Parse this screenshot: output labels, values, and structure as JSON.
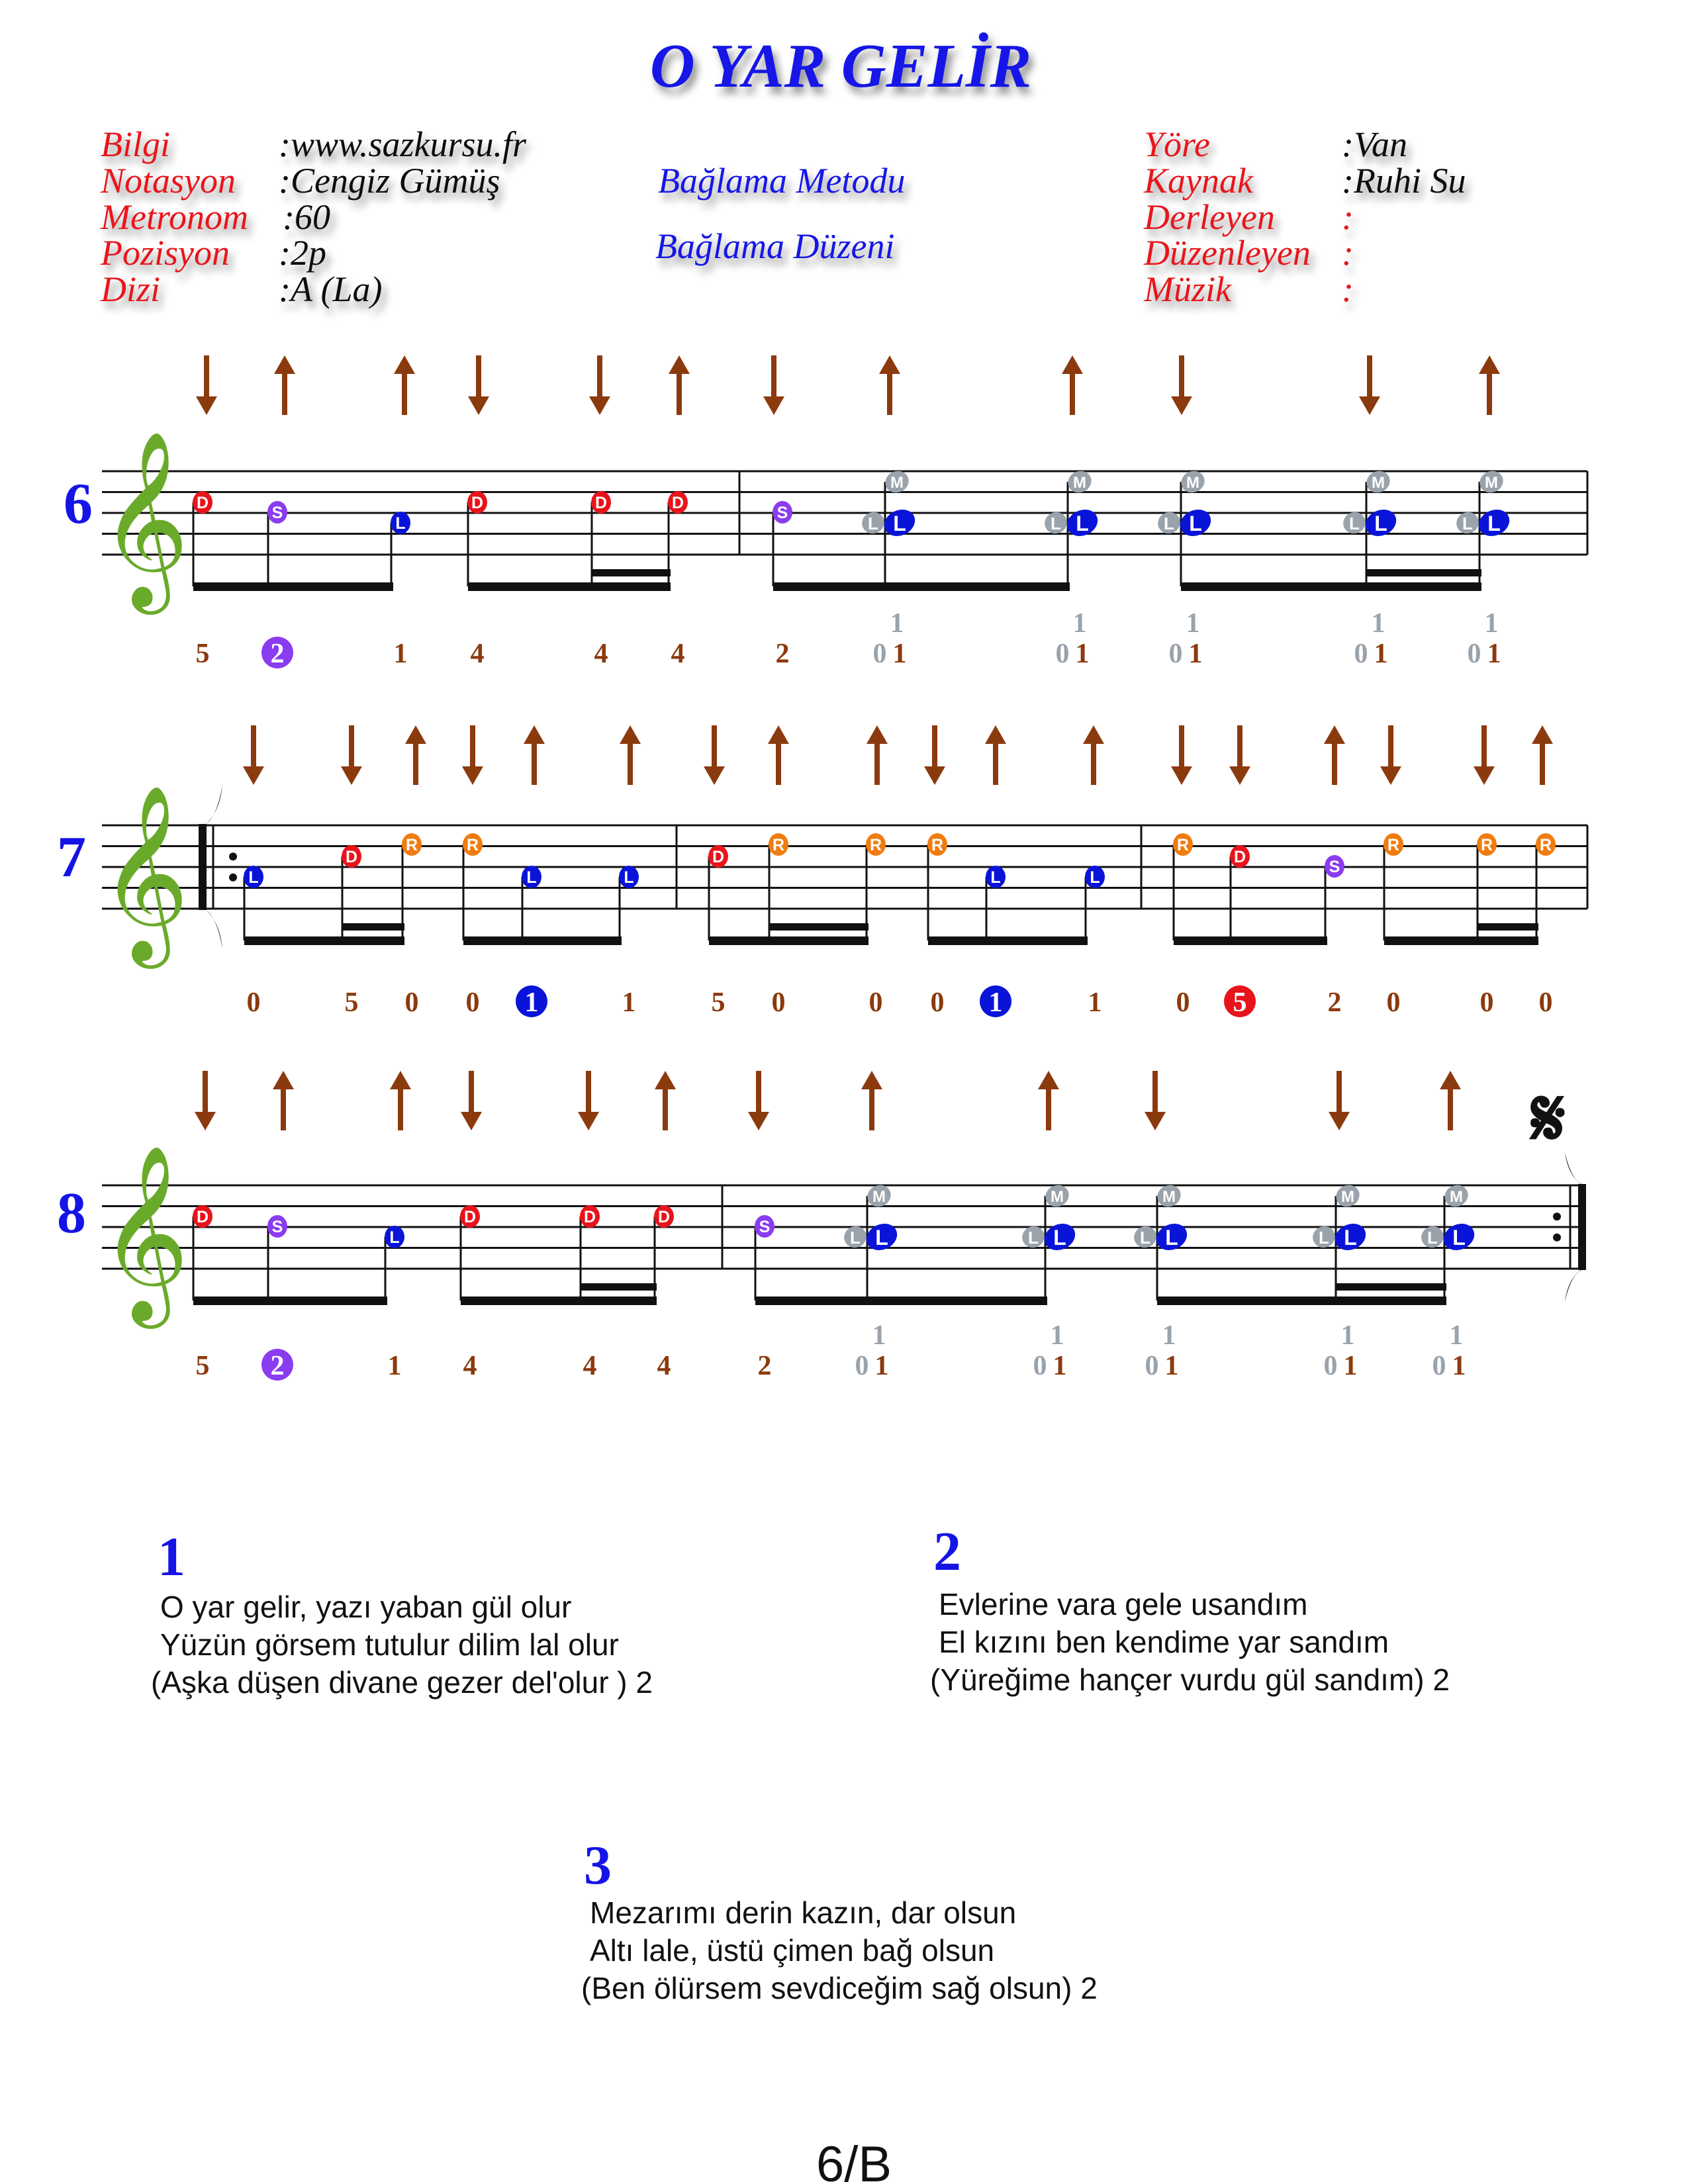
{
  "title": "O YAR GELİR",
  "info_left": [
    {
      "label": "Bilgi",
      "value": ":www.sazkursu.fr"
    },
    {
      "label": "Notasyon",
      "value": ":Cengiz Gümüş"
    },
    {
      "label": "Metronom",
      "value": ":60"
    },
    {
      "label": "Pozisyon",
      "value": ":2p"
    },
    {
      "label": "Dizi",
      "value": ":A  (La)"
    }
  ],
  "info_center": [
    "Bağlama Metodu",
    "Bağlama Düzeni"
  ],
  "info_right": [
    {
      "label": "Yöre",
      "value": ":Van"
    },
    {
      "label": "Kaynak",
      "value": ":Ruhi Su"
    },
    {
      "label": "Derleyen",
      "value": ":"
    },
    {
      "label": "Düzenleyen",
      "value": ":"
    },
    {
      "label": "Müzik",
      "value": ":"
    }
  ],
  "colors": {
    "title": "#1414e6",
    "label": "#e8141c",
    "D": "#e8141c",
    "S": "#8a3cf0",
    "L": "#0a14d8",
    "R": "#f07c10",
    "M": "#9aa3ab",
    "ghost": "#9aa3ab",
    "arrow": "#8b3a0e",
    "number": "#8b3a0e",
    "clef": "#6aaa2a"
  },
  "staves": [
    {
      "measure_number": "6",
      "arrows": [
        "down",
        "up",
        "up",
        "down",
        "down",
        "up",
        "down",
        "up",
        "up",
        "down",
        "down",
        "up"
      ],
      "notes": [
        {
          "letter": "D"
        },
        {
          "letter": "S"
        },
        {
          "letter": "L"
        },
        {
          "letter": "D"
        },
        {
          "letter": "D"
        },
        {
          "letter": "D"
        },
        {
          "letter": "S"
        },
        {
          "letter": "L",
          "ghost": "L",
          "upper": "M"
        },
        {
          "letter": "L",
          "ghost": "L",
          "upper": "M"
        },
        {
          "letter": "L",
          "ghost": "L",
          "upper": "M"
        },
        {
          "letter": "L",
          "ghost": "L",
          "upper": "M"
        },
        {
          "letter": "L",
          "ghost": "L",
          "upper": "M"
        }
      ],
      "fingering": [
        {
          "text": "5"
        },
        {
          "text": "2",
          "circle": "S"
        },
        {
          "text": "1"
        },
        {
          "text": "4"
        },
        {
          "text": "4"
        },
        {
          "text": "4"
        },
        {
          "text": "2"
        },
        {
          "text": "1",
          "prefix": "0",
          "top": "1"
        },
        {
          "text": "1",
          "prefix": "0",
          "top": "1"
        },
        {
          "text": "1",
          "prefix": "0",
          "top": "1"
        },
        {
          "text": "1",
          "prefix": "0",
          "top": "1"
        },
        {
          "text": "1",
          "prefix": "0",
          "top": "1"
        }
      ]
    },
    {
      "measure_number": "7",
      "arrows": [
        "down",
        "down",
        "up",
        "down",
        "up",
        "up",
        "down",
        "up",
        "up",
        "down",
        "up",
        "up",
        "down",
        "down",
        "up",
        "down",
        "down",
        "up"
      ],
      "notes": [
        {
          "letter": "L"
        },
        {
          "letter": "D"
        },
        {
          "letter": "R"
        },
        {
          "letter": "R"
        },
        {
          "letter": "L"
        },
        {
          "letter": "L"
        },
        {
          "letter": "D"
        },
        {
          "letter": "R"
        },
        {
          "letter": "R"
        },
        {
          "letter": "R"
        },
        {
          "letter": "L"
        },
        {
          "letter": "L"
        },
        {
          "letter": "R"
        },
        {
          "letter": "D"
        },
        {
          "letter": "S"
        },
        {
          "letter": "R"
        },
        {
          "letter": "R"
        },
        {
          "letter": "R"
        }
      ],
      "fingering": [
        {
          "text": "0"
        },
        {
          "text": "5"
        },
        {
          "text": "0"
        },
        {
          "text": "0"
        },
        {
          "text": "1",
          "circle": "L"
        },
        {
          "text": "1"
        },
        {
          "text": "5"
        },
        {
          "text": "0"
        },
        {
          "text": "0"
        },
        {
          "text": "0"
        },
        {
          "text": "1",
          "circle": "L"
        },
        {
          "text": "1"
        },
        {
          "text": "0"
        },
        {
          "text": "5",
          "circle": "D"
        },
        {
          "text": "2"
        },
        {
          "text": "0"
        },
        {
          "text": "0"
        },
        {
          "text": "0"
        }
      ]
    },
    {
      "measure_number": "8",
      "arrows": [
        "down",
        "up",
        "up",
        "down",
        "down",
        "up",
        "down",
        "up",
        "up",
        "down",
        "down",
        "up"
      ],
      "notes": [
        {
          "letter": "D"
        },
        {
          "letter": "S"
        },
        {
          "letter": "L"
        },
        {
          "letter": "D"
        },
        {
          "letter": "D"
        },
        {
          "letter": "D"
        },
        {
          "letter": "S"
        },
        {
          "letter": "L",
          "ghost": "L",
          "upper": "M"
        },
        {
          "letter": "L",
          "ghost": "L",
          "upper": "M"
        },
        {
          "letter": "L",
          "ghost": "L",
          "upper": "M"
        },
        {
          "letter": "L",
          "ghost": "L",
          "upper": "M"
        },
        {
          "letter": "L",
          "ghost": "L",
          "upper": "M"
        }
      ],
      "fingering": [
        {
          "text": "5"
        },
        {
          "text": "2",
          "circle": "S"
        },
        {
          "text": "1"
        },
        {
          "text": "4"
        },
        {
          "text": "4"
        },
        {
          "text": "4"
        },
        {
          "text": "2"
        },
        {
          "text": "1",
          "prefix": "0",
          "top": "1"
        },
        {
          "text": "1",
          "prefix": "0",
          "top": "1"
        },
        {
          "text": "1",
          "prefix": "0",
          "top": "1"
        },
        {
          "text": "1",
          "prefix": "0",
          "top": "1"
        },
        {
          "text": "1",
          "prefix": "0",
          "top": "1"
        }
      ]
    }
  ],
  "verses": [
    {
      "number": "1",
      "lines": [
        "O yar gelir, yazı yaban gül olur",
        "Yüzün görsem tutulur dilim lal olur",
        "(Aşka düşen divane gezer del'olur ) 2"
      ]
    },
    {
      "number": "2",
      "lines": [
        "Evlerine vara gele usandım",
        "El kızını ben kendime yar sandım",
        "(Yüreğime hançer vurdu gül sandım) 2"
      ]
    },
    {
      "number": "3",
      "lines": [
        "Mezarımı derin kazın, dar olsun",
        "Altı lale, üstü çimen bağ olsun",
        "(Ben ölürsem sevdiceğim sağ olsun) 2"
      ]
    }
  ],
  "page_number": "6/B"
}
